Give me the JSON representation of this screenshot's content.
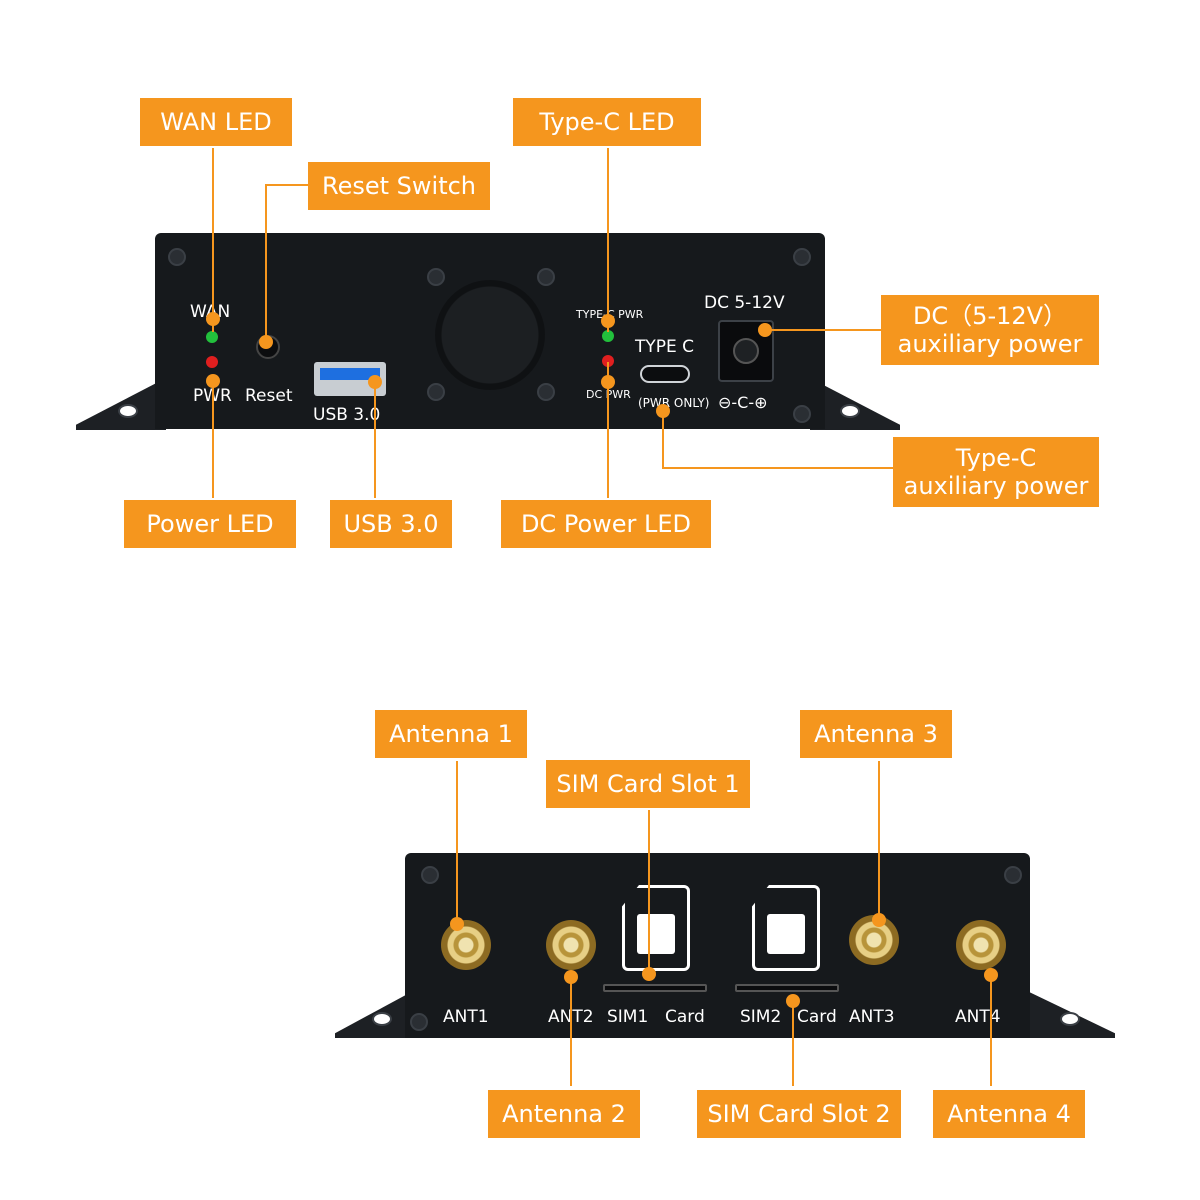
{
  "top_device": {
    "silkscreen": {
      "wan": "WAN",
      "pwr": "PWR",
      "reset": "Reset",
      "usb": "USB  3.0",
      "type_c_pwr": "TYPE-C PWR",
      "dc_pwr": "DC PWR",
      "type_c": "TYPE C",
      "pwr_only": "(PWR ONLY)",
      "dc_range": "DC 5-12V"
    },
    "callouts": {
      "wan_led": "WAN LED",
      "reset_switch": "Reset Switch",
      "type_c_led": "Type-C LED",
      "dc_aux_line1": "DC（5-12V）",
      "dc_aux_line2": "auxiliary power",
      "typec_aux_line1": "Type-C",
      "typec_aux_line2": "auxiliary power",
      "power_led": "Power LED",
      "usb_30": "USB 3.0",
      "dc_power_led": "DC Power LED"
    }
  },
  "bottom_device": {
    "silkscreen": {
      "ant1": "ANT1",
      "ant2": "ANT2",
      "sim1": "SIM1",
      "card1": "Card",
      "sim2": "SIM2",
      "card2": "Card",
      "ant3": "ANT3",
      "ant4": "ANT4"
    },
    "callouts": {
      "antenna_1": "Antenna 1",
      "sim_card_slot_1": "SIM Card Slot 1",
      "antenna_3": "Antenna 3",
      "antenna_2": "Antenna 2",
      "sim_card_slot_2": "SIM Card Slot 2",
      "antenna_4": "Antenna 4"
    }
  },
  "colors": {
    "callout": "#f5961e",
    "panel": "#16191c",
    "led_green": "#22c03c",
    "led_red": "#e01f1f",
    "usb_blue": "#1e6fe0"
  }
}
